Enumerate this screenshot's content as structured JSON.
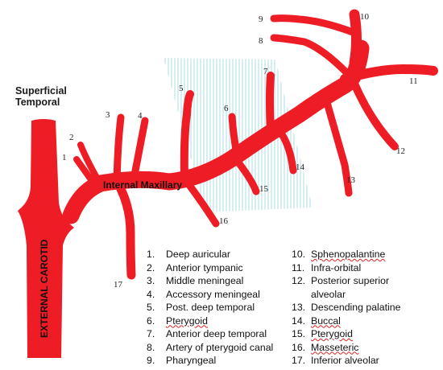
{
  "title_label": "Superficial\nTemporal",
  "trunk_label": "EXTERNAL CAROTID",
  "maxillary_label": "Internal Maxillary",
  "branch_numbers": [
    "1",
    "2",
    "3",
    "4",
    "5",
    "6",
    "7",
    "8",
    "9",
    "10",
    "11",
    "12",
    "13",
    "14",
    "15",
    "16",
    "17"
  ],
  "legend_left": [
    {
      "num": "1.",
      "text": "Deep auricular"
    },
    {
      "num": "2.",
      "text": "Anterior tympanic"
    },
    {
      "num": "3.",
      "text": "Middle meningeal"
    },
    {
      "num": "4.",
      "text": "Accessory meningeal"
    },
    {
      "num": "5.",
      "text": "Post. deep temporal"
    },
    {
      "num": "6.",
      "text": "Pterygoid"
    },
    {
      "num": "7.",
      "text": "Anterior deep temporal"
    },
    {
      "num": "8.",
      "text": "Artery of pterygoid canal"
    },
    {
      "num": "9.",
      "text": "Pharyngeal"
    }
  ],
  "legend_right": [
    {
      "num": "10.",
      "text": "Sphenopalantine"
    },
    {
      "num": "11.",
      "text": "Infra-orbital"
    },
    {
      "num": "12.",
      "text": "Posterior superior alveolar"
    },
    {
      "num": "13.",
      "text": "Descending palatine"
    },
    {
      "num": "14.",
      "text": "Buccal"
    },
    {
      "num": "15.",
      "text": "Pterygoid"
    },
    {
      "num": "16.",
      "text": "Masseteric"
    },
    {
      "num": "17.",
      "text": "Inferior alveolar"
    }
  ],
  "colors": {
    "artery": "#ee1c25",
    "hatch": "#a8dce6"
  }
}
